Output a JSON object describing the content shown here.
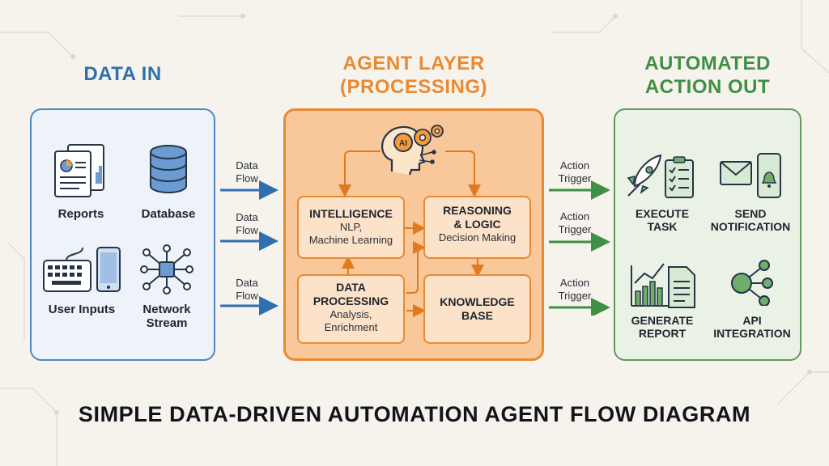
{
  "sections": {
    "data_in": "DATA IN",
    "agent_layer": "AGENT LAYER\n(PROCESSING)",
    "action_out": "AUTOMATED\nACTION OUT"
  },
  "inputs": {
    "reports": "Reports",
    "database": "Database",
    "user_inputs": "User Inputs",
    "network_stream": "Network\nStream"
  },
  "flows": {
    "data_flow": "Data\nFlow",
    "action_trigger": "Action\nTrigger"
  },
  "agent": {
    "intelligence": {
      "title": "INTELLIGENCE",
      "text": "NLP,\nMachine Learning"
    },
    "reasoning": {
      "title": "REASONING\n& LOGIC",
      "text": "Decision Making"
    },
    "data_processing": {
      "title": "DATA\nPROCESSING",
      "text": "Analysis,\nEnrichment"
    },
    "knowledge_base": {
      "title": "KNOWLEDGE\nBASE"
    },
    "ai_badge": "AI"
  },
  "outputs": {
    "execute_task": "EXECUTE\nTASK",
    "send_notification": "SEND\nNOTIFICATION",
    "generate_report": "GENERATE\nREPORT",
    "api_integration": "API\nINTEGRATION"
  },
  "footer": "SIMPLE DATA-DRIVEN AUTOMATION AGENT FLOW DIAGRAM",
  "colors": {
    "blue": "#2f6fb0",
    "orange": "#e88a32",
    "green": "#3f8f45",
    "background": "#f6f3ec"
  }
}
